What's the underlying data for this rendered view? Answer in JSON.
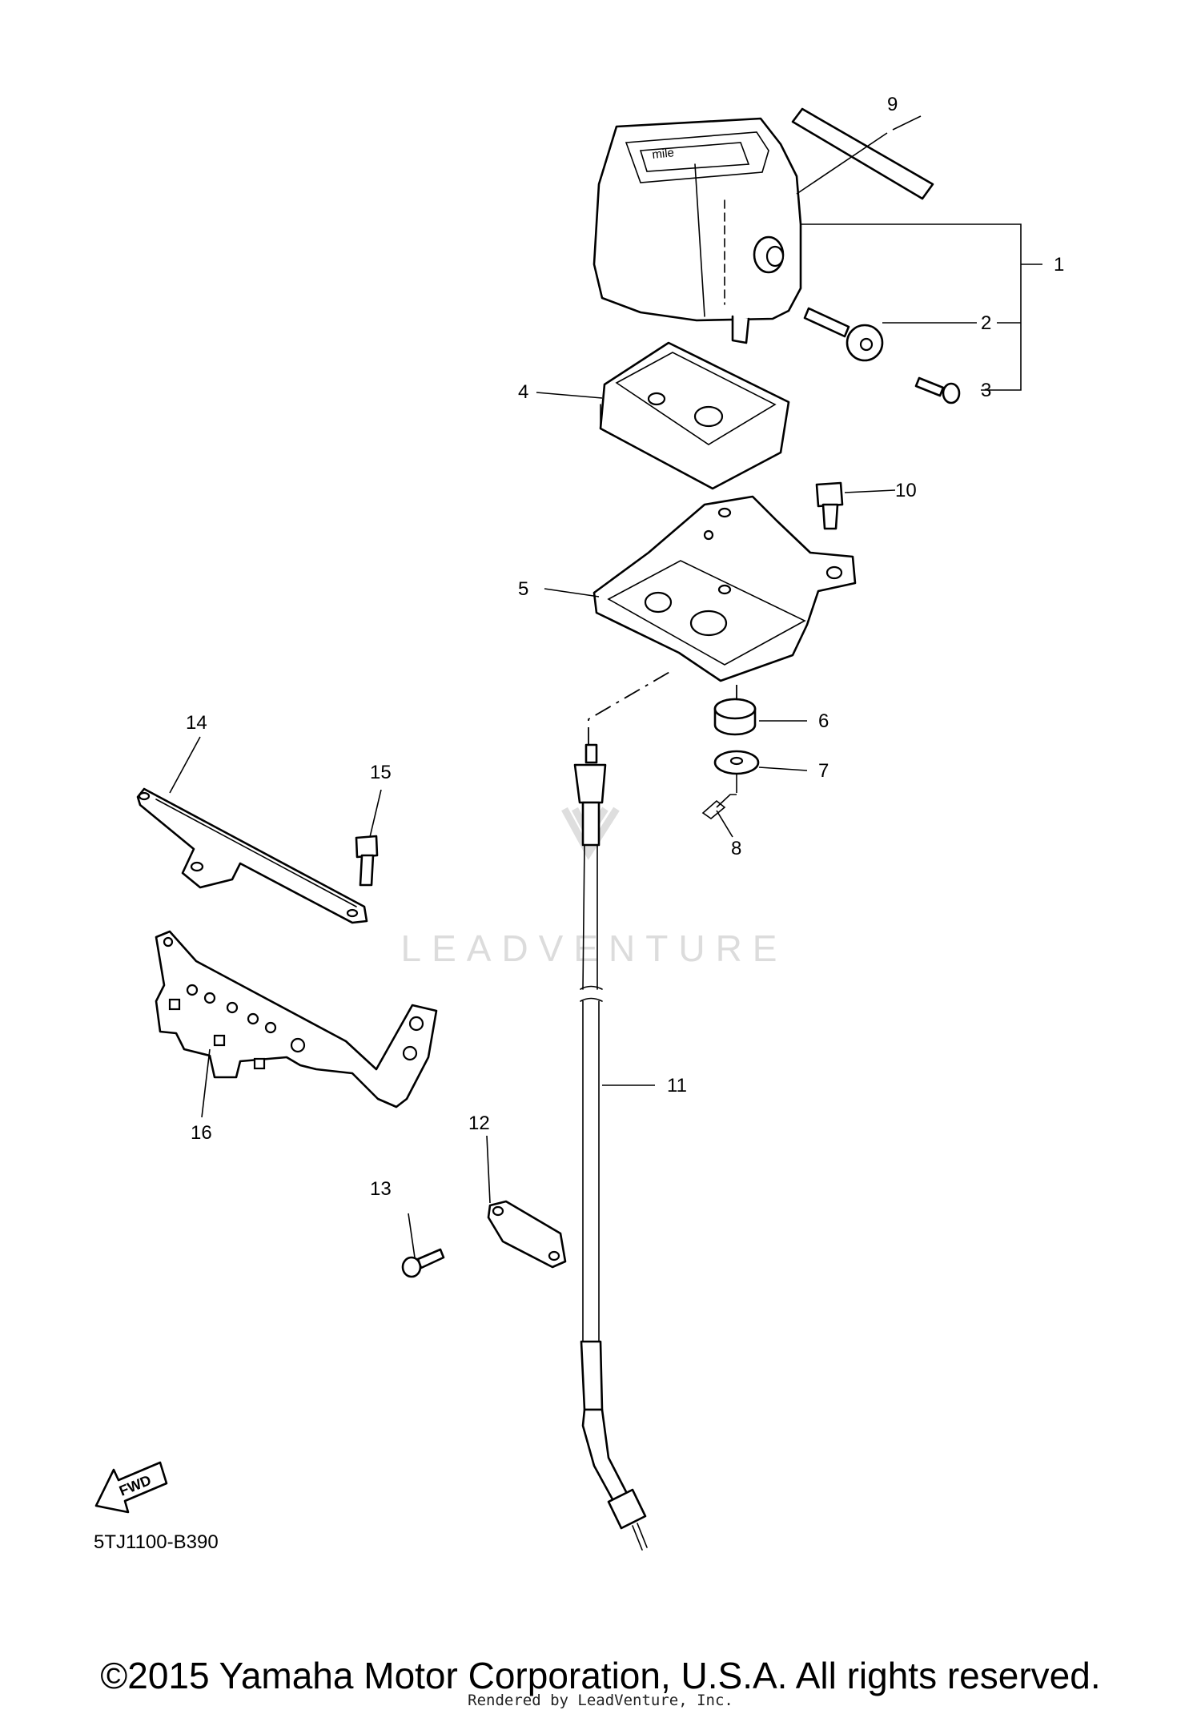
{
  "callouts": [
    "1",
    "2",
    "3",
    "4",
    "5",
    "6",
    "7",
    "8",
    "9",
    "10",
    "11",
    "12",
    "13",
    "14",
    "15",
    "16"
  ],
  "diagram_code": "5TJ1100-B390",
  "fwd_label": "FWD",
  "meter_face_text": "mile",
  "watermark": "LEADVENTURE",
  "copyright": "©2015 Yamaha Motor Corporation, U.S.A. All rights reserved.",
  "rendered_by": "Rendered by LeadVenture, Inc."
}
